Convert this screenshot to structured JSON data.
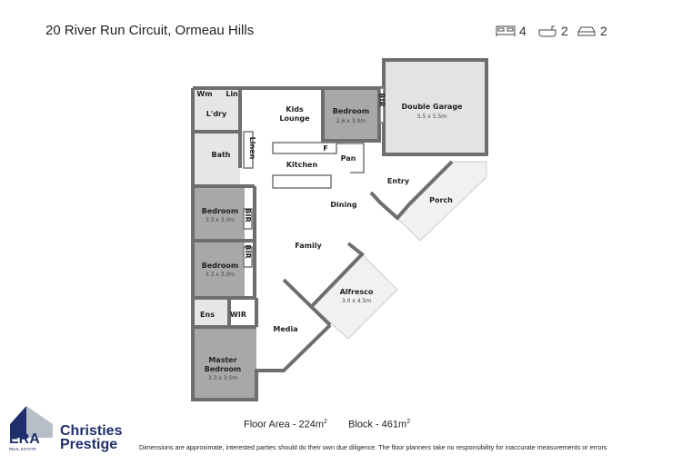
{
  "header": {
    "title": "20 River Run Circuit, Ormeau Hills"
  },
  "features": [
    {
      "icon": "bed-icon",
      "count": "4"
    },
    {
      "icon": "bath-icon",
      "count": "2"
    },
    {
      "icon": "car-icon",
      "count": "2"
    }
  ],
  "rooms": {
    "wm": "Wm",
    "lin": "Lin",
    "laundry": "L'dry",
    "bath": "Bath",
    "linen": "Linen",
    "kids_lounge_1": "Kids",
    "kids_lounge_2": "Lounge",
    "bedroom_top": "Bedroom",
    "bedroom_top_dim": "2.6 x 3.0m",
    "bir_top": "BIR",
    "garage": "Double Garage",
    "garage_dim": "5.5 x 5.5m",
    "fridge": "F",
    "pantry": "Pan",
    "kitchen": "Kitchen",
    "entry": "Entry",
    "porch": "Porch",
    "dining": "Dining",
    "bedroom2": "Bedroom",
    "bedroom2_dim": "3.3 x 3.0m",
    "bir2": "BIR",
    "bedroom3": "Bedroom",
    "bedroom3_dim": "3.3 x 3.0m",
    "bir3": "BIR",
    "family": "Family",
    "alfresco": "Alfresco",
    "alfresco_dim": "3.0 x 4.5m",
    "ensuite": "Ens",
    "wir": "WIR",
    "media": "Media",
    "master_1": "Master",
    "master_2": "Bedroom",
    "master_dim": "3.3 x 3.5m"
  },
  "footer": {
    "floor_area": "Floor Area - 224m",
    "floor_area_sup": "2",
    "block": "Block - 461m",
    "block_sup": "2",
    "disclaimer": "Dimensions are approximate, interested parties should do their own due diligence. The floor planners take no responsibility for inaccurate measurements or errors",
    "logo_era": "ERA",
    "logo_era_sub": "REAL ESTATE",
    "brand_1": "Christies",
    "brand_2": "Prestige"
  },
  "colors": {
    "wall": "#6e6e6e",
    "bedroom_fill": "#a8a8a8",
    "garage_fill": "#e3e3e3",
    "wet_fill": "#e6e6e6",
    "brand": "#1f2f6b"
  }
}
